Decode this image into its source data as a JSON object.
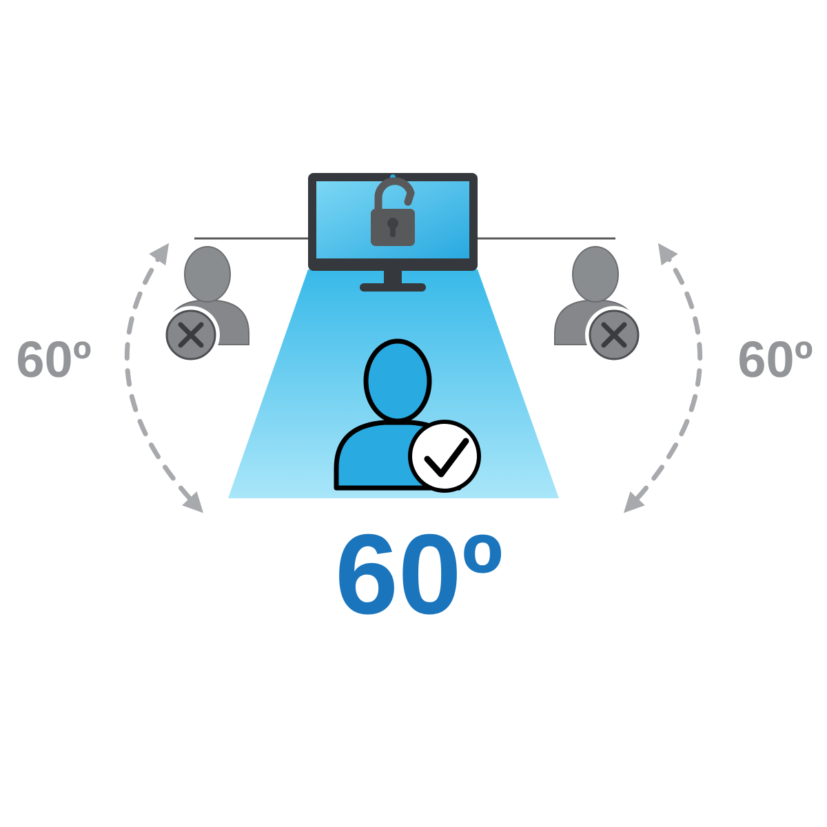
{
  "figure": {
    "angle_labels": {
      "left": "60º",
      "right": "60º",
      "bottom": "60º"
    },
    "icons": {
      "monitor": "monitor-icon",
      "padlock": "open-padlock-icon",
      "webcam": "webcam-dot-icon",
      "allowed_viewer": "person-check-icon",
      "blocked_viewer_left": "person-cross-icon",
      "blocked_viewer_right": "person-cross-icon",
      "check": "check-icon",
      "cross": "cross-icon",
      "arc_left": "dashed-arc-arrow-left",
      "arc_right": "dashed-arc-arrow-right"
    },
    "colors": {
      "cone_top": "#38b9e9",
      "cone_bottom": "#a9e6f9",
      "screen_light": "#7cd7f4",
      "screen_dark": "#29a9e0",
      "person_blue": "#29abe2",
      "bottom_label_blue": "#1b75bc",
      "side_label_gray": "#939598",
      "blocked_gray": "#85878a",
      "monitor_frame": "#35393d",
      "padlock_gray": "#58595b",
      "arc_gray": "#a7a9ac",
      "line_gray": "#58595b"
    }
  }
}
